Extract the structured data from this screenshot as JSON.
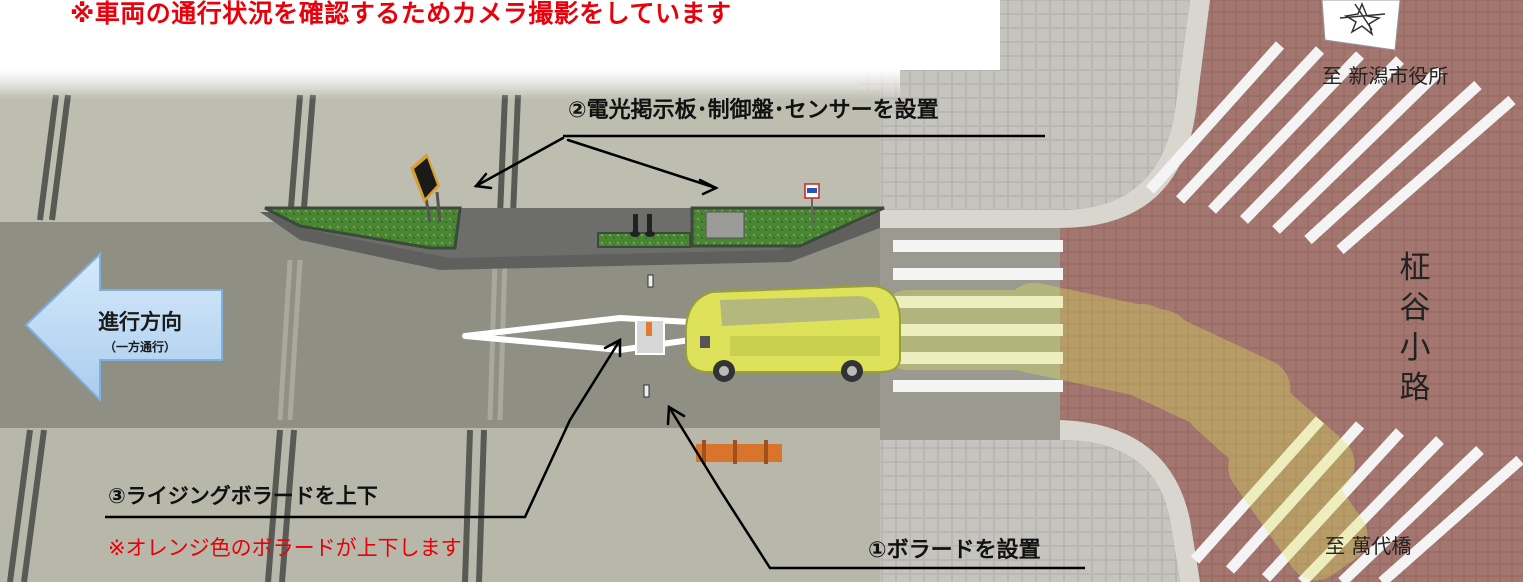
{
  "notice": "※車両の通行状況を確認するためカメラ撮影をしています",
  "callouts": {
    "bollard_install": "①ボラードを設置",
    "sign_install": "②電光掲示板･制御盤･センサーを設置",
    "rising_bollard": "③ライジングボラードを上下",
    "rising_note": "※オレンジ色のボラードが上下します"
  },
  "direction": {
    "label": "進行方向",
    "sub": "（一方通行）"
  },
  "destinations": {
    "north": "至 新潟市役所",
    "south": "至 萬代橋"
  },
  "street_name": "柾谷小路",
  "colors": {
    "notice_red": "#e8000b",
    "arrow_blue": "#bfdcf5",
    "road_gray": "#8a8a80",
    "intersection_red": "#9c6f68",
    "car_yellow": "#dfe45a",
    "bollard_orange": "#e07a30",
    "planter_green": "#4f8a3a"
  },
  "icons": [
    "compass-icon",
    "direction-arrow-icon",
    "electronic-signboard-icon",
    "traffic-sign-icon",
    "car-icon",
    "bollard-icon"
  ]
}
